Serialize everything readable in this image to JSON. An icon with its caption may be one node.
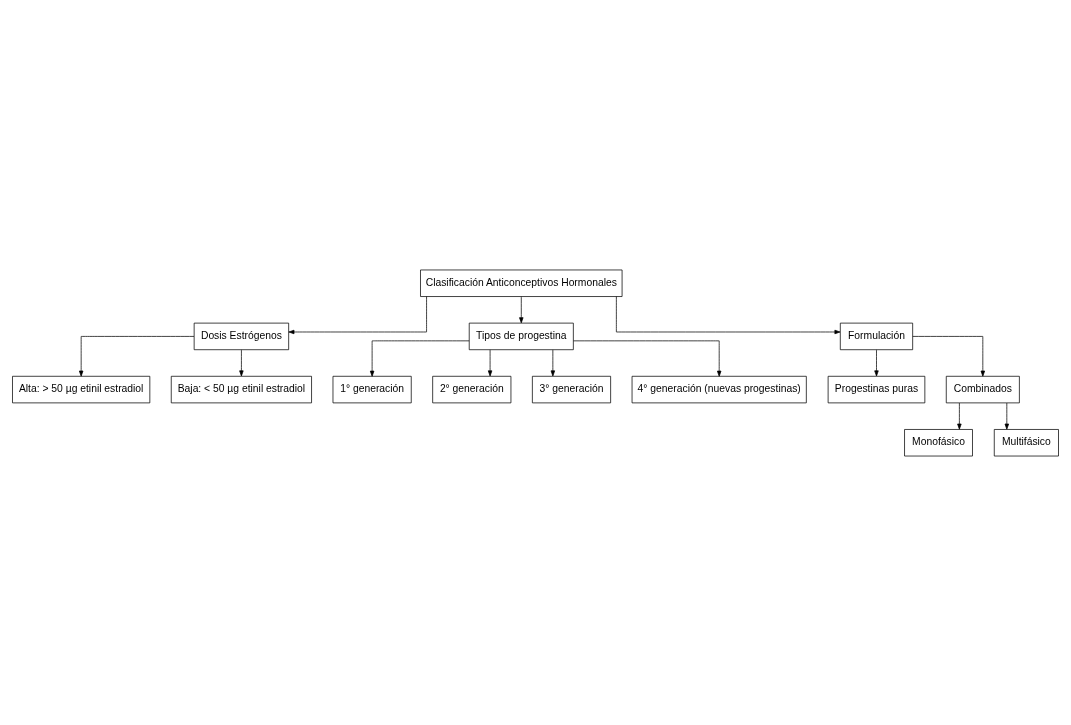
{
  "diagram": {
    "nodes": [
      {
        "text": [
          "Clasificación Anticonceptivos Hormonales"
        ]
      },
      {
        "text": [
          "Dosis Estrógenos"
        ]
      },
      {
        "text": [
          "Tipos de progestina"
        ]
      },
      {
        "text": [
          "Formulación"
        ]
      },
      {
        "text": [
          "Progestinas puras"
        ]
      },
      {
        "text": [
          "Combinados"
        ]
      },
      {
        "text": [
          "Alta: > 50 µg etinil estradiol"
        ]
      },
      {
        "text": [
          "Baja: < 50 µg etinil estradiol"
        ]
      },
      {
        "text": [
          "1° generación"
        ]
      },
      {
        "text": [
          "2° generación"
        ]
      },
      {
        "text": [
          "3° generación"
        ]
      },
      {
        "text": [
          "4° generación (nuevas progestinas)"
        ]
      },
      {
        "text": [
          "Monofásico"
        ]
      },
      {
        "text": [
          "Multifásico"
        ]
      }
    ],
    "edges": [
      {
        "from": 0,
        "to": 1,
        "arrow": "to"
      },
      {
        "from": 0,
        "to": 2,
        "arrow": "to"
      },
      {
        "from": 0,
        "to": 3,
        "arrow": "to"
      },
      {
        "from": 3,
        "to": 4,
        "arrow": "to"
      },
      {
        "from": 3,
        "to": 5,
        "arrow": "to"
      },
      {
        "from": 1,
        "to": 6,
        "arrow": "to"
      },
      {
        "from": 1,
        "to": 7,
        "arrow": "to"
      },
      {
        "from": 2,
        "to": 8,
        "arrow": "to"
      },
      {
        "from": 2,
        "to": 9,
        "arrow": "to"
      },
      {
        "from": 2,
        "to": 10,
        "arrow": "to"
      },
      {
        "from": 2,
        "to": 11,
        "arrow": "to"
      },
      {
        "from": 5,
        "to": 12,
        "arrow": "to"
      },
      {
        "from": 5,
        "to": 13,
        "arrow": "to"
      }
    ]
  }
}
